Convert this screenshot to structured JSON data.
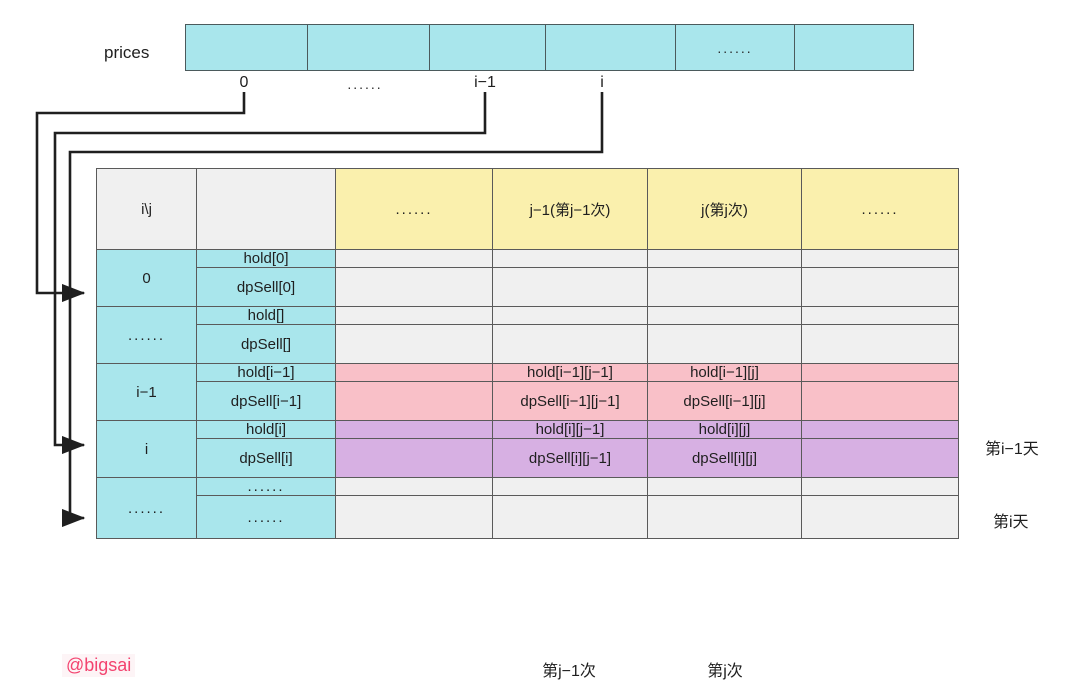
{
  "prices": {
    "label": "prices",
    "cells": [
      "",
      "",
      "",
      "",
      "......",
      ""
    ],
    "index_labels": [
      "0",
      "......",
      "i−1",
      "i"
    ]
  },
  "table": {
    "header": [
      "i\\j",
      "",
      "......",
      "j−1(第j−1次)",
      "j(第j次)",
      "......"
    ],
    "rows": [
      {
        "group": "0",
        "color": "grey",
        "lines": [
          {
            "name": "hold[0]",
            "cells": [
              "",
              "",
              "",
              ""
            ]
          },
          {
            "name": "dpSell[0]",
            "cells": [
              "",
              "",
              "",
              ""
            ]
          }
        ]
      },
      {
        "group": "......",
        "color": "grey",
        "lines": [
          {
            "name": "hold[]",
            "cells": [
              "",
              "",
              "",
              ""
            ]
          },
          {
            "name": "dpSell[]",
            "cells": [
              "",
              "",
              "",
              ""
            ]
          }
        ]
      },
      {
        "group": "i−1",
        "color": "pink",
        "lines": [
          {
            "name": "hold[i−1]",
            "cells": [
              "",
              "hold[i−1][j−1]",
              "hold[i−1][j]",
              ""
            ]
          },
          {
            "name": "dpSell[i−1]",
            "cells": [
              "",
              "dpSell[i−1][j−1]",
              "dpSell[i−1][j]",
              ""
            ]
          }
        ]
      },
      {
        "group": "i",
        "color": "purple",
        "lines": [
          {
            "name": "hold[i]",
            "cells": [
              "",
              "hold[i][j−1]",
              "hold[i][j]",
              ""
            ]
          },
          {
            "name": "dpSell[i]",
            "cells": [
              "",
              "dpSell[i][j−1]",
              "dpSell[i][j]",
              ""
            ]
          }
        ]
      },
      {
        "group": "......",
        "color": "grey",
        "lines": [
          {
            "name": "......",
            "cells": [
              "",
              "",
              "",
              ""
            ]
          },
          {
            "name": "......",
            "cells": [
              "",
              "",
              "",
              ""
            ]
          }
        ]
      }
    ]
  },
  "side_labels": {
    "day_i_minus_1": "第i−1天",
    "day_i": "第i天"
  },
  "bottom_labels": {
    "j_minus_1": "第j−1次",
    "j": "第j次"
  },
  "watermark": "@bigsai",
  "colors": {
    "cyan": "#a9e6ec",
    "yellow": "#faf0ad",
    "pink": "#f9c0c8",
    "purple": "#d7b0e3",
    "grey": "#f0f0f0",
    "border": "#5a5a5a",
    "watermark": "#f3436f"
  }
}
